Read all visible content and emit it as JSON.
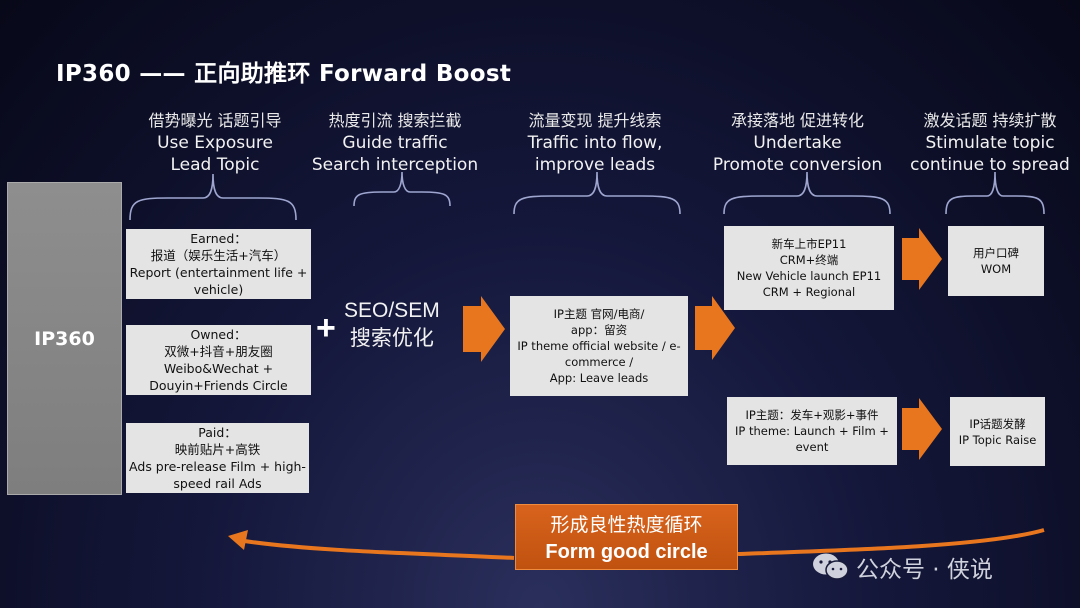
{
  "title": "IP360 —— 正向助推环 Forward Boost",
  "columns": [
    {
      "cn": "借势曝光  话题引导",
      "en1": "Use Exposure",
      "en2": "Lead Topic"
    },
    {
      "cn": "热度引流  搜索拦截",
      "en1": "Guide traffic",
      "en2": "Search interception"
    },
    {
      "cn": "流量变现  提升线索",
      "en1": "Traffic into flow,",
      "en2": "improve leads"
    },
    {
      "cn": "承接落地  促进转化",
      "en1": "Undertake",
      "en2": "Promote conversion"
    },
    {
      "cn": "激发话题  持续扩散",
      "en1": "Stimulate topic",
      "en2": "continue to spread"
    }
  ],
  "ip_block": "IP360",
  "earned": {
    "l1": "Earned：",
    "l2": "报道（娱乐生活+汽车）",
    "l3": "Report (entertainment life +",
    "l4": "vehicle)"
  },
  "owned": {
    "l1": "Owned：",
    "l2": "双微+抖音+朋友圈",
    "l3": "Weibo&Wechat +",
    "l4": "Douyin+Friends Circle"
  },
  "paid": {
    "l1": "Paid：",
    "l2": "映前贴片+高铁",
    "l3": "Ads pre-release Film + high-",
    "l4": "speed rail Ads"
  },
  "plus": "+",
  "seo": {
    "en": "SEO/SEM",
    "cn": "搜索优化"
  },
  "ip_theme": {
    "l1": "IP主题 官网/电商/",
    "l2": "app：留资",
    "l3": "IP theme official website / e-",
    "l4": "commerce /",
    "l5": "App: Leave leads"
  },
  "new_vehicle": {
    "l1": "新车上市EP11",
    "l2": "CRM+终端",
    "l3": "New Vehicle launch EP11",
    "l4": "CRM + Regional"
  },
  "launch": {
    "l1": "IP主题：发车+观影+事件",
    "l2": "IP theme: Launch + Film +",
    "l3": "event"
  },
  "wom": {
    "l1": "用户口碑",
    "l2": "WOM"
  },
  "topic_raise": {
    "l1": "IP话题发酵",
    "l2": "IP Topic Raise"
  },
  "circle": {
    "cn": "形成良性热度循环",
    "en": "Form good circle"
  },
  "watermark": "公众号 · 侠说",
  "colors": {
    "accent": "#e8761f",
    "box": "#e4e4e4",
    "block": "#8a8a8a"
  }
}
